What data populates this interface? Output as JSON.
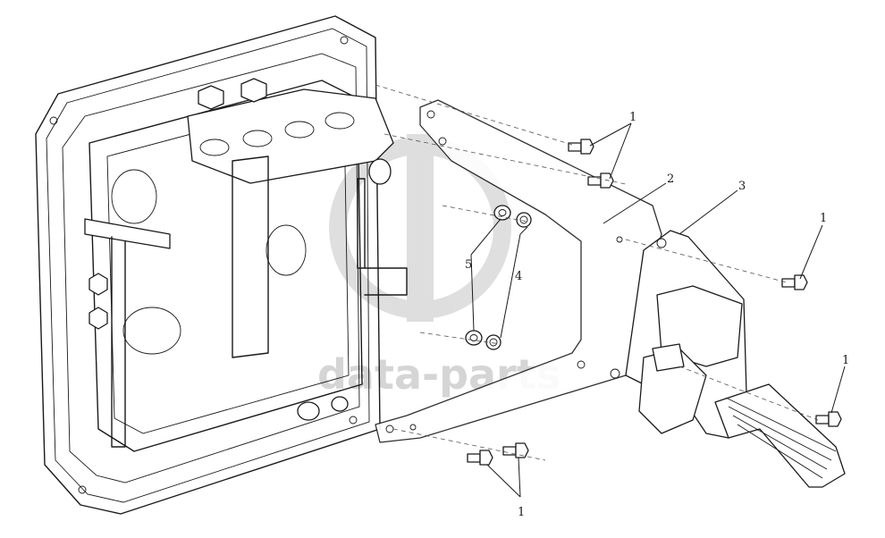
{
  "watermark": {
    "text": "data-parts",
    "icon": "gd-logo-watermark"
  },
  "callouts": [
    "1",
    "1",
    "1",
    "1",
    "2",
    "3",
    "4",
    "5"
  ]
}
